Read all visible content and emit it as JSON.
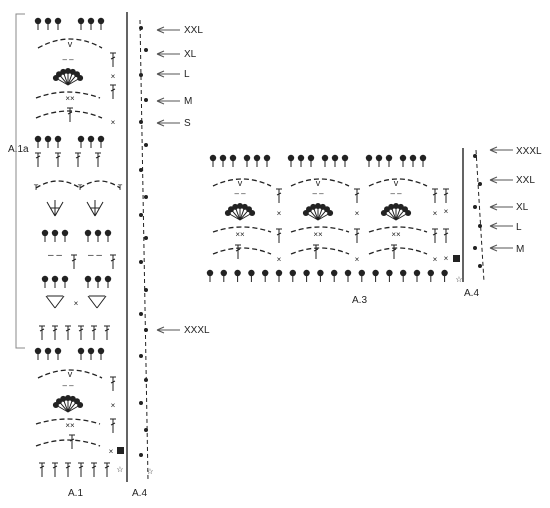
{
  "diagram": {
    "left_chart": {
      "label": "A.1",
      "bracket_label": "A.1a",
      "edge_label": "A.4",
      "size_labels": [
        "XXL",
        "XL",
        "L",
        "M",
        "S",
        "XXXL"
      ],
      "rows": [
        "trc",
        "arc_v",
        "fan",
        "arc_x",
        "trc",
        "sc_row",
        "arc_t",
        "v_pair",
        "trc_group",
        "dash_row",
        "trc_group2",
        "dv_pair",
        "dc_row",
        "trc",
        "arc_v",
        "fan",
        "arc_x",
        "arc_t",
        "dc_row_star"
      ]
    },
    "right_chart": {
      "label": "A.3",
      "edge_label": "A.4",
      "size_labels": [
        "XXXL",
        "XXL",
        "XL",
        "L",
        "M"
      ],
      "repeats": 3
    },
    "legend_symbols": {
      "filled_square": "start",
      "star": "*"
    },
    "colors": {
      "ink": "#222222",
      "arrow": "#555555"
    }
  }
}
